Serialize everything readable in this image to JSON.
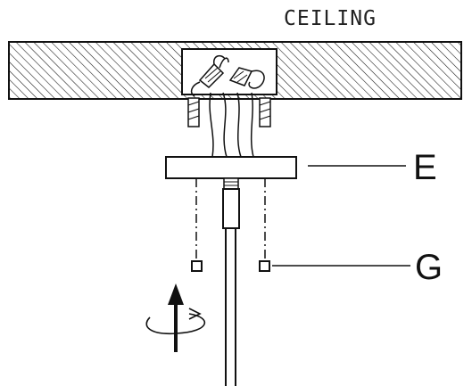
{
  "labels": {
    "ceiling": "CEILING",
    "canopy": "E",
    "nut": "G"
  },
  "colors": {
    "line": "#111111",
    "background": "#ffffff"
  },
  "icons": {
    "rotate": "rotate-arrow-icon",
    "up": "up-arrow-icon"
  }
}
